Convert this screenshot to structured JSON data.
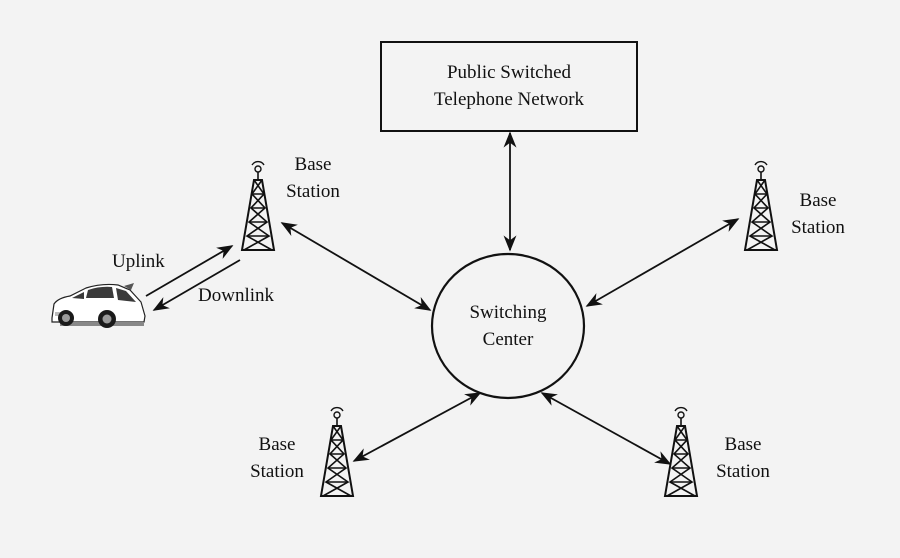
{
  "pstn": {
    "line1": "Public Switched",
    "line2": "Telephone Network"
  },
  "switching_center": {
    "line1": "Switching",
    "line2": "Center"
  },
  "base_stations": [
    {
      "line1": "Base",
      "line2": "Station"
    },
    {
      "line1": "Base",
      "line2": "Station"
    },
    {
      "line1": "Base",
      "line2": "Station"
    },
    {
      "line1": "Base",
      "line2": "Station"
    }
  ],
  "links": {
    "uplink": "Uplink",
    "downlink": "Downlink"
  },
  "icons": {
    "tower": "radio-tower-icon",
    "vehicle": "car-icon"
  },
  "colors": {
    "background": "#f3f3f3",
    "ink": "#111111",
    "car_body": "#ffffff"
  }
}
